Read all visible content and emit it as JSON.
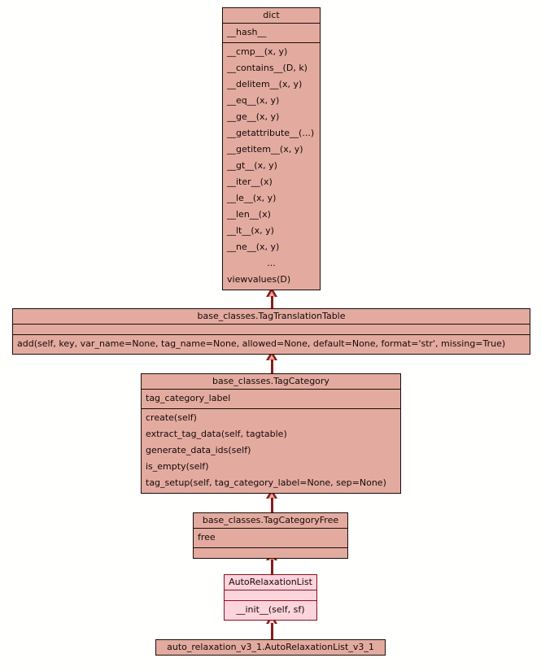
{
  "diagram": {
    "kind": "uml-class-inheritance-diagram",
    "background_color": "#fffffd",
    "box_fill_color": "#e3ab9f",
    "box_fill_color_light": "#fbd4dc",
    "box_border_color": "#1a0d0a",
    "box_border_color_light": "#8b1020",
    "connector_color": "#8b1a1a",
    "connector_type": "inheritance-hollow-triangle"
  },
  "classes": [
    {
      "id": "dict",
      "title": "dict",
      "attributes": [
        "__hash__"
      ],
      "methods": [
        "__cmp__(x, y)",
        "__contains__(D, k)",
        "__delitem__(x, y)",
        "__eq__(x, y)",
        "__ge__(x, y)",
        "__getattribute__(...)",
        "__getitem__(x, y)",
        "__gt__(x, y)",
        "__iter__(x)",
        "__le__(x, y)",
        "__len__(x)",
        "__lt__(x, y)",
        "__ne__(x, y)",
        "...",
        "viewvalues(D)"
      ]
    },
    {
      "id": "tag-translation-table",
      "title": "base_classes.TagTranslationTable",
      "attributes": [],
      "methods": [
        "add(self, key, var_name=None, tag_name=None, allowed=None, default=None, format='str', missing=True)"
      ]
    },
    {
      "id": "tag-category",
      "title": "base_classes.TagCategory",
      "attributes": [
        "tag_category_label"
      ],
      "methods": [
        "create(self)",
        "extract_tag_data(self, tagtable)",
        "generate_data_ids(self)",
        "is_empty(self)",
        "tag_setup(self, tag_category_label=None, sep=None)"
      ]
    },
    {
      "id": "tag-category-free",
      "title": "base_classes.TagCategoryFree",
      "attributes": [
        "free"
      ],
      "methods": []
    },
    {
      "id": "auto-relaxation-list",
      "title": "AutoRelaxationList",
      "attributes": [],
      "methods": [
        "__init__(self, sf)"
      ]
    },
    {
      "id": "auto-relaxation-list-v3-1",
      "title": "auto_relaxation_v3_1.AutoRelaxationList_v3_1",
      "attributes": [],
      "methods": []
    }
  ],
  "relations": [
    {
      "from": "tag-translation-table",
      "to": "dict",
      "type": "inheritance"
    },
    {
      "from": "tag-category",
      "to": "tag-translation-table",
      "type": "inheritance"
    },
    {
      "from": "tag-category-free",
      "to": "tag-category",
      "type": "inheritance"
    },
    {
      "from": "auto-relaxation-list",
      "to": "tag-category-free",
      "type": "inheritance"
    },
    {
      "from": "auto-relaxation-list-v3-1",
      "to": "auto-relaxation-list",
      "type": "inheritance"
    }
  ]
}
